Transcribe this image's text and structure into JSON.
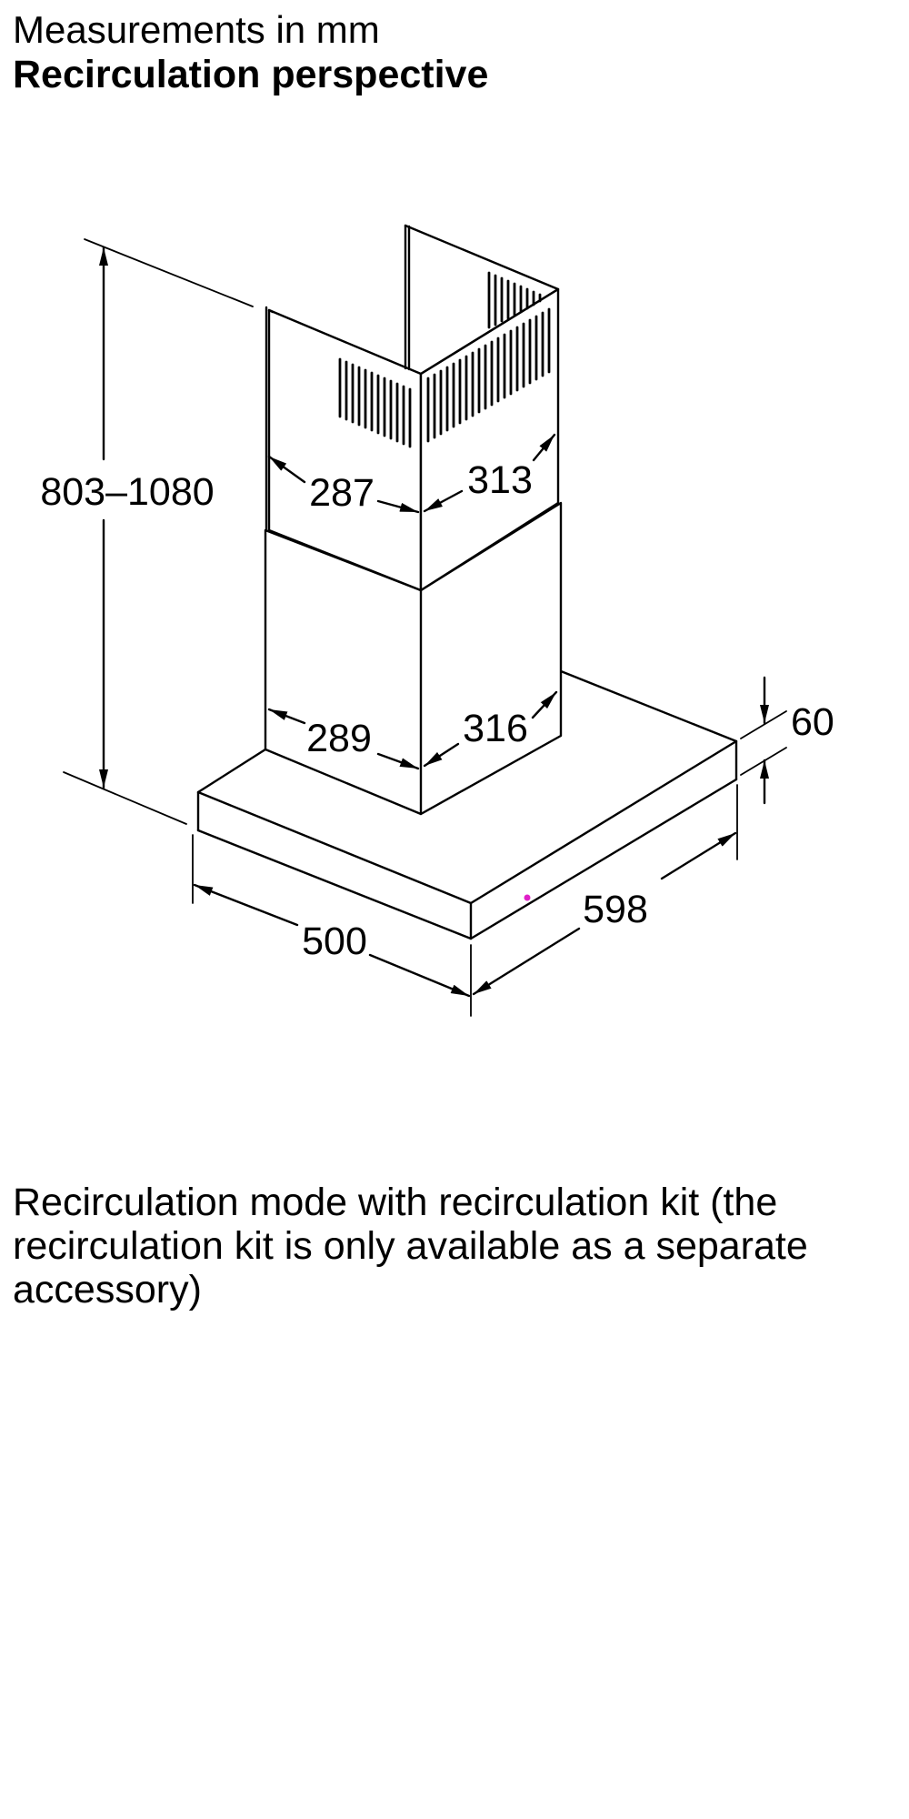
{
  "header": {
    "subtitle": "Measurements in mm",
    "title": "Recirculation perspective"
  },
  "dimensions": {
    "total_height": "803–1080",
    "upper_chimney_depth": "287",
    "upper_chimney_width": "313",
    "lower_chimney_depth": "289",
    "lower_chimney_width": "316",
    "canopy_height": "60",
    "canopy_depth": "500",
    "canopy_width": "598"
  },
  "caption": "Recirculation mode with recirculation kit (the recirculation kit is only available as a separate accessory)"
}
